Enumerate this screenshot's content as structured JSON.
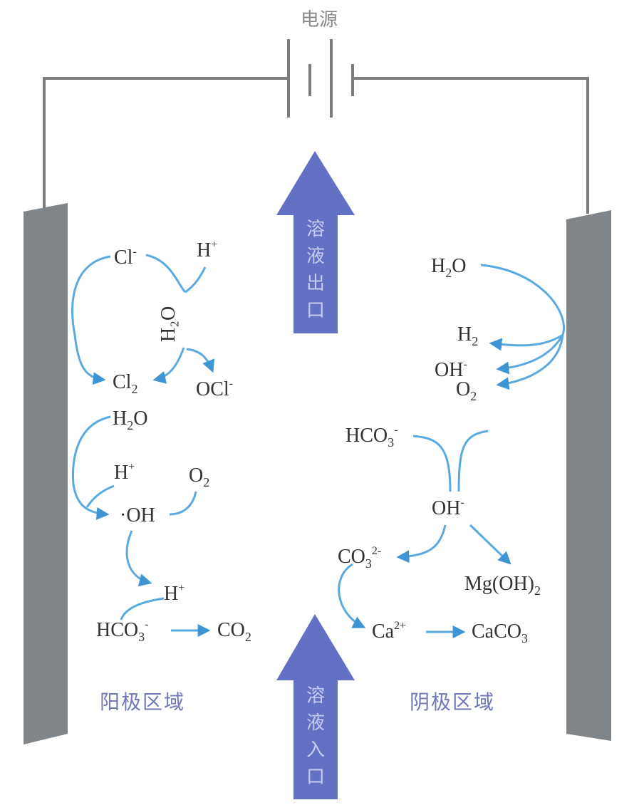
{
  "power_source": {
    "label": "电源"
  },
  "outlet_arrow": {
    "chars": [
      "溶",
      "液",
      "出",
      "口"
    ]
  },
  "inlet_arrow": {
    "chars": [
      "溶",
      "液",
      "入",
      "口"
    ]
  },
  "left_zone": {
    "label": "阳极区域",
    "species": {
      "cl_minus": {
        "base": "Cl",
        "sup": "-"
      },
      "h_plus_top": {
        "base": "H",
        "sup": "+"
      },
      "h2o_vertical": {
        "text": "H₂O"
      },
      "cl2": {
        "base": "Cl",
        "sub": "2"
      },
      "ocl_minus": {
        "base": "OCl",
        "sup": "-"
      },
      "h2o": {
        "base": "H",
        "sub": "2",
        "tail": "O"
      },
      "h_plus_mid": {
        "base": "H",
        "sup": "+"
      },
      "o2": {
        "base": "O",
        "sub": "2"
      },
      "oh_radical": {
        "base": "·OH"
      },
      "h_plus_low": {
        "base": "H",
        "sup": "+"
      },
      "hco3": {
        "base": "HCO",
        "sub": "3",
        "sup": "-"
      },
      "co2": {
        "base": "CO",
        "sub": "2"
      }
    }
  },
  "right_zone": {
    "label": "阴极区域",
    "species": {
      "h2o": {
        "base": "H",
        "sub": "2",
        "tail": "O"
      },
      "h2": {
        "base": "H",
        "sub": "2"
      },
      "oh_minus_top": {
        "base": "OH",
        "sup": "-"
      },
      "o2": {
        "base": "O",
        "sub": "2"
      },
      "hco3": {
        "base": "HCO",
        "sub": "3",
        "sup": "-"
      },
      "oh_minus_mid": {
        "base": "OH",
        "sup": "-"
      },
      "co3": {
        "base": "CO",
        "sub": "3",
        "sup": "2-"
      },
      "mgoh2": {
        "base": "Mg(OH)",
        "sub": "2"
      },
      "ca": {
        "base": "Ca",
        "sup": "2+"
      },
      "caco3": {
        "base": "CaCO",
        "sub": "3"
      }
    }
  },
  "colors": {
    "electrode": "#7f8588",
    "wire": "#7d7d7d",
    "flow_arrow": "#6470c4",
    "reaction_arrow": "#5aa9e0",
    "zone_label": "#6f78b8"
  }
}
